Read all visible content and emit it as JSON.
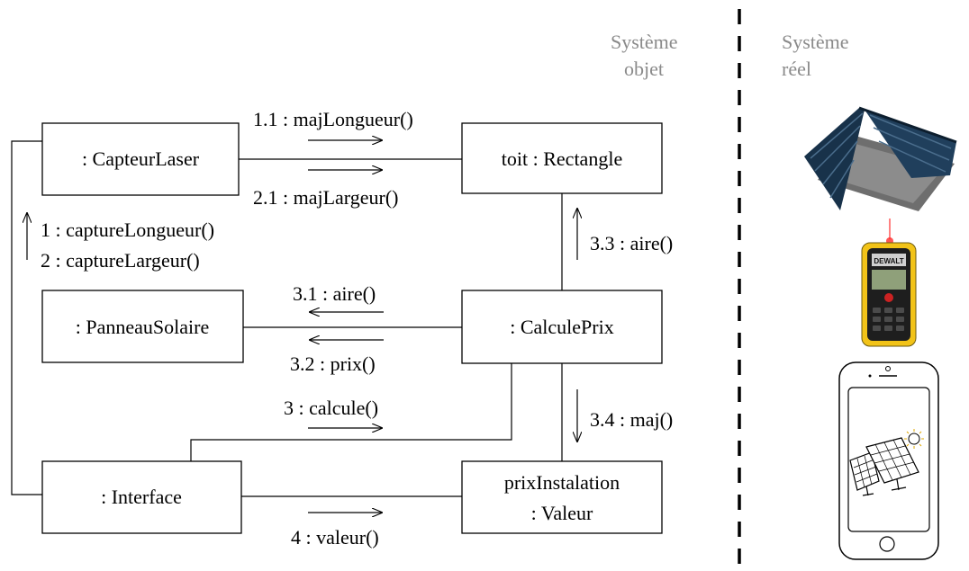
{
  "headers": {
    "object_system": [
      "Système",
      "objet"
    ],
    "real_system": [
      "Système",
      "réel"
    ]
  },
  "objects": {
    "capteur_laser": ": CapteurLaser",
    "toit_rectangle": "toit : Rectangle",
    "panneau_solaire": ": PanneauSolaire",
    "calcule_prix": ": CalculePrix",
    "interface": ": Interface",
    "prix_installation": [
      "prixInstalation",
      ": Valeur"
    ]
  },
  "messages": {
    "m1_1": "1.1 : majLongueur()",
    "m2_1": "2.1 : majLargeur()",
    "m1": "1 : captureLongueur()",
    "m2": "2 : captureLargeur()",
    "m3_3": "3.3 : aire()",
    "m3_1": "3.1 : aire()",
    "m3_2": "3.2 : prix()",
    "m3": "3 : calcule()",
    "m3_4": "3.4 : maj()",
    "m4": "4 : valeur()"
  },
  "illustrations": [
    "roof-image",
    "laser-meter-image",
    "smartphone-solar-app-image"
  ],
  "laser_brand": "DEWALT"
}
